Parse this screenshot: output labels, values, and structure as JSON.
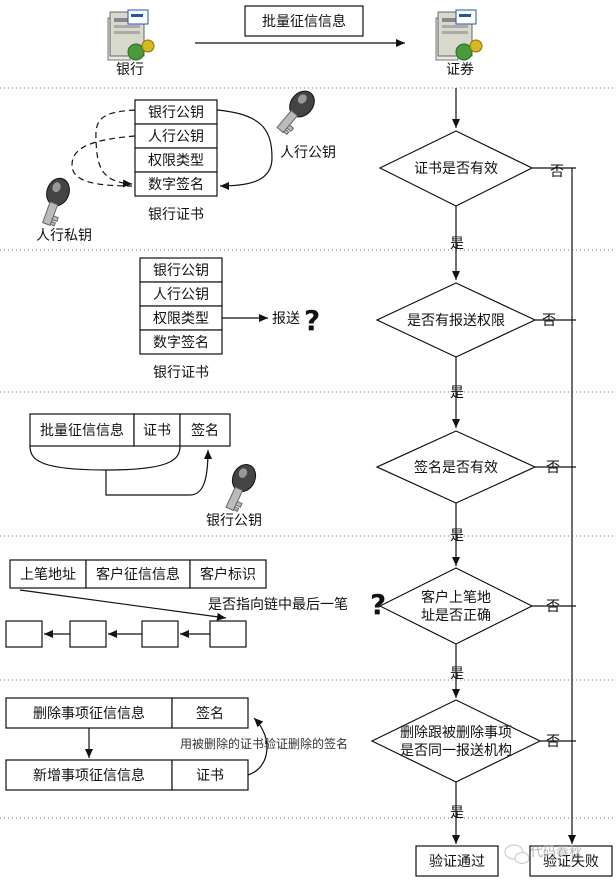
{
  "header": {
    "bank_label": "银行",
    "securities_label": "证券",
    "batch_info": "批量征信信息"
  },
  "cert1": {
    "rows": [
      "银行公钥",
      "人行公钥",
      "权限类型",
      "数字签名"
    ],
    "caption": "银行证书",
    "pboc_pubkey": "人行公钥",
    "pboc_privkey": "人行私钥"
  },
  "cert2": {
    "rows": [
      "银行公钥",
      "人行公钥",
      "权限类型",
      "数字签名"
    ],
    "caption": "银行证书",
    "report": "报送",
    "qmark": "?"
  },
  "sign_section": {
    "batch": "批量征信信息",
    "cert": "证书",
    "sign": "签名",
    "bank_pubkey": "银行公钥"
  },
  "chain_section": {
    "prev_addr": "上笔地址",
    "customer_info": "客户征信信息",
    "customer_id": "客户标识",
    "question": "是否指向链中最后一笔",
    "qmark": "?"
  },
  "delete_section": {
    "delete_info": "删除事项征信信息",
    "delete_sign": "签名",
    "add_info": "新增事项征信信息",
    "add_cert": "证书",
    "note": "用被删除的证书验证删除的签名"
  },
  "flow": {
    "decision1": "证书是否有效",
    "decision2": "是否有报送权限",
    "decision3": "签名是否有效",
    "decision4_line1": "客户上笔地",
    "decision4_line2": "址是否正确",
    "decision5_line1": "删除跟被删除事项",
    "decision5_line2": "是否同一报送机构",
    "yes": "是",
    "no": "否",
    "pass": "验证通过",
    "fail": "验证失败"
  },
  "watermark": "代码春秋"
}
